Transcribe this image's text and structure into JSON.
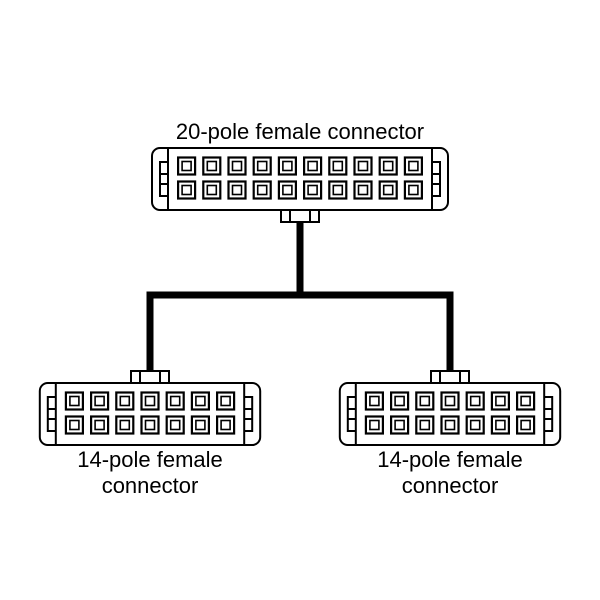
{
  "diagram": {
    "main_connector": {
      "label": "20-pole female connector",
      "poles": 20,
      "columns": 10
    },
    "left_connector": {
      "label_line1": "14-pole female",
      "label_line2": "connector",
      "poles": 14,
      "columns": 7
    },
    "right_connector": {
      "label_line1": "14-pole female",
      "label_line2": "connector",
      "poles": 14,
      "columns": 7
    },
    "colors": {
      "stroke": "#000000",
      "background": "#ffffff"
    }
  }
}
